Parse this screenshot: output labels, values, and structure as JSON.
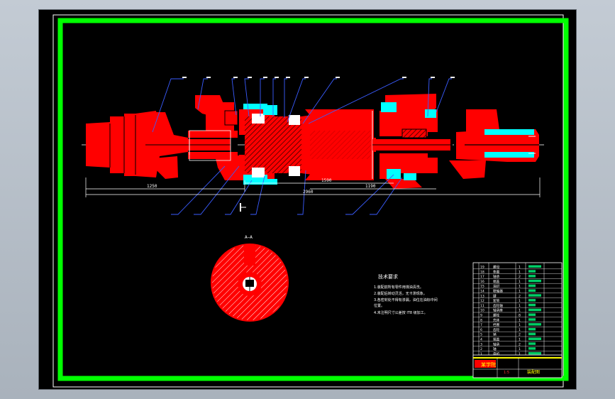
{
  "colors": {
    "background": "#000000",
    "frame": "#00ff00",
    "part_fill": "#ff0000",
    "accent": "#00ffff",
    "leader": "#3a5cff",
    "text": "#ffffff",
    "title_yellow": "#ffff00"
  },
  "drawing": {
    "section_label": "A—A",
    "dimensions": {
      "left_overall": "1250",
      "shaft": "1590",
      "right_span": "1190",
      "total": "2960"
    }
  },
  "notes": {
    "title": "技术要求",
    "lines": [
      "1.装配前所有零件用煤油清洗。",
      "2.装配后转动灵活，无卡滞现象。",
      "3.各密封处不得有渗漏，油位在油标中间",
      "位置。",
      "4.未注明尺寸公差按 IT8 级加工。"
    ]
  },
  "title_block": {
    "parts": [
      {
        "no": "19",
        "name": "螺母",
        "qty": "1"
      },
      {
        "no": "18",
        "name": "垫圈",
        "qty": "1"
      },
      {
        "no": "17",
        "name": "轴承",
        "qty": "2"
      },
      {
        "no": "16",
        "name": "端盖",
        "qty": "1"
      },
      {
        "no": "15",
        "name": "油封",
        "qty": "1"
      },
      {
        "no": "14",
        "name": "联轴器",
        "qty": "1"
      },
      {
        "no": "13",
        "name": "键",
        "qty": "2"
      },
      {
        "no": "12",
        "name": "套筒",
        "qty": "1"
      },
      {
        "no": "11",
        "name": "齿轮轴",
        "qty": "1"
      },
      {
        "no": "10",
        "name": "轴承座",
        "qty": "1"
      },
      {
        "no": "9",
        "name": "螺栓",
        "qty": "8"
      },
      {
        "no": "8",
        "name": "壳体",
        "qty": "1"
      },
      {
        "no": "7",
        "name": "挡圈",
        "qty": "1"
      },
      {
        "no": "6",
        "name": "齿轮",
        "qty": "1"
      },
      {
        "no": "5",
        "name": "销",
        "qty": "2"
      },
      {
        "no": "4",
        "name": "端盖",
        "qty": "1"
      },
      {
        "no": "3",
        "name": "轴承",
        "qty": "2"
      },
      {
        "no": "2",
        "name": "轴",
        "qty": "1"
      },
      {
        "no": "1",
        "name": "电机",
        "qty": "1"
      }
    ],
    "drawing_title": "装配图",
    "school": "某学院",
    "scale": "1:5"
  }
}
